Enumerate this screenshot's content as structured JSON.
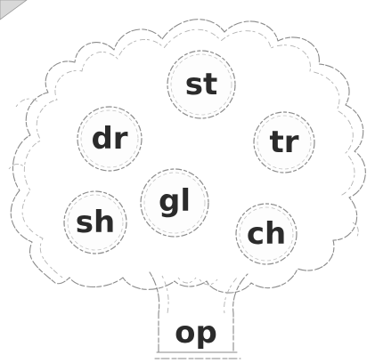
{
  "tree": {
    "apples": [
      {
        "text": "st"
      },
      {
        "text": "dr"
      },
      {
        "text": "tr"
      },
      {
        "text": "gl"
      },
      {
        "text": "sh"
      },
      {
        "text": "ch"
      }
    ],
    "trunk": {
      "text": "op"
    }
  }
}
